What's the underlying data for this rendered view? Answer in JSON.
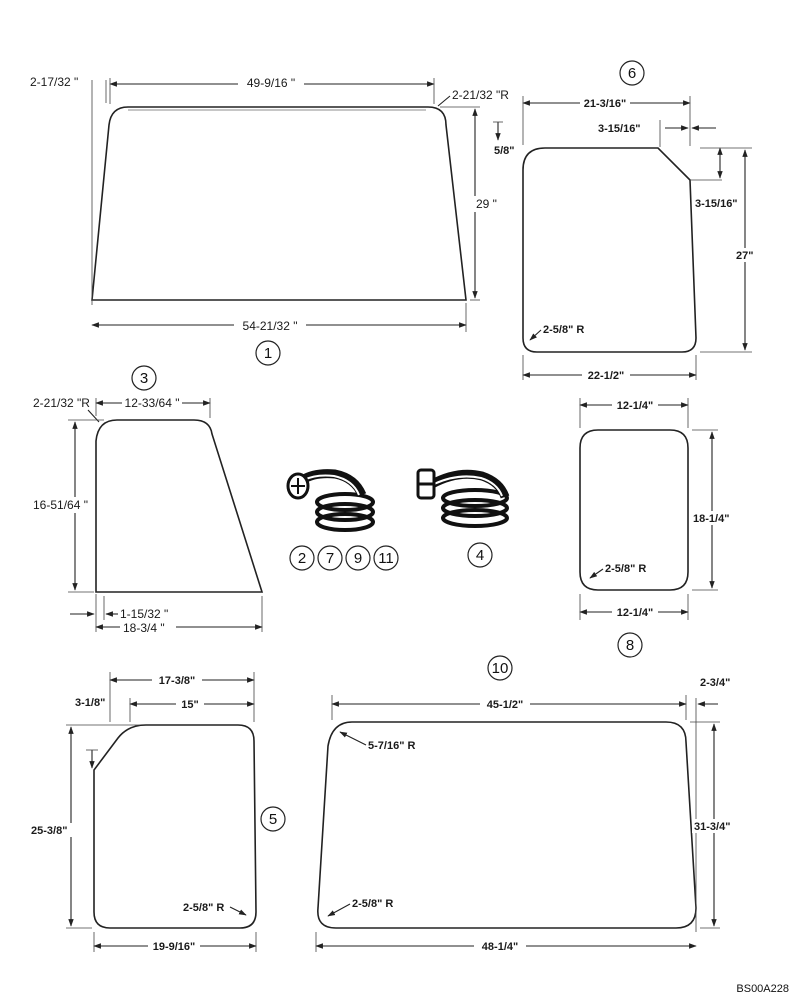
{
  "glass_1": {
    "callout": "1",
    "top_width": "49-9/16 \"",
    "bottom_width": "54-21/32 \"",
    "height": "29 \"",
    "offset": "2-17/32 \"",
    "corner_radius": "2-21/32 \"R"
  },
  "glass_3": {
    "callout": "3",
    "top_width": "12-33/64 \"",
    "corner_radius": "2-21/32 \"R",
    "height": "16-51/64 \"",
    "offset": "1-15/32 \"",
    "bottom_width": "18-3/4 \""
  },
  "glass_5": {
    "callout": "5",
    "overall_width": "17-3/8\"",
    "top_width": "15\"",
    "top_offset": "3-1/8\"",
    "height": "25-3/8\"",
    "corner_radius": "2-5/8\" R",
    "bottom_width": "19-9/16\""
  },
  "glass_6": {
    "callout": "6",
    "top_width": "21-3/16\"",
    "notch_width": "3-15/16\"",
    "top_offset": "5/8\"",
    "notch_height": "3-15/16\"",
    "height": "27\"",
    "corner_radius": "2-5/8\" R",
    "bottom_width": "22-1/2\""
  },
  "glass_8": {
    "callout": "8",
    "top_width": "12-1/4\"",
    "height": "18-1/4\"",
    "corner_radius": "2-5/8\" R",
    "bottom_width": "12-1/4\""
  },
  "glass_10": {
    "callout": "10",
    "top_width": "45-1/2\"",
    "offset": "2-3/4\"",
    "top_corner_radius": "5-7/16\" R",
    "height": "31-3/4\"",
    "bottom_corner_radius": "2-5/8\" R",
    "bottom_width": "48-1/4\""
  },
  "seals": {
    "group_a": [
      "2",
      "7",
      "9",
      "11"
    ],
    "group_b": "4"
  },
  "reference_code": "BS00A228"
}
